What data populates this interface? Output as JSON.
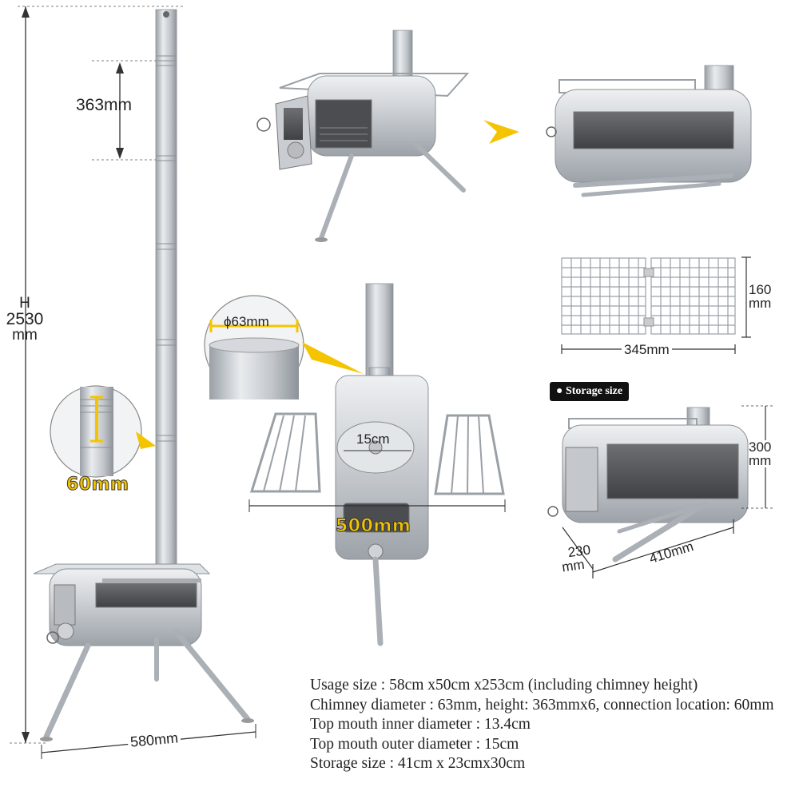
{
  "labels": {
    "chimney_section": "363mm",
    "height_h": "H",
    "height_value": "2530",
    "height_unit": "mm",
    "connection": "60mm",
    "base_width": "580mm",
    "diameter": "ϕ63mm",
    "top_mouth": "15cm",
    "width_500": "500mm",
    "grill_height_value": "160",
    "grill_height_unit": "mm",
    "grill_width": "345mm",
    "storage_badge": "Storage size",
    "storage_height_value": "300",
    "storage_height_unit": "mm",
    "storage_depth_value": "230",
    "storage_depth_unit": "mm",
    "storage_length": "410mm"
  },
  "specs": [
    "Usage size : 58cm x50cm x253cm (including chimney height)",
    "Chimney diameter : 63mm, height: 363mmx6, connection location: 60mm",
    "Top mouth inner diameter : 13.4cm",
    "Top mouth outer diameter : 15cm",
    "Storage size : 41cm x 23cmx30cm"
  ],
  "colors": {
    "accent_yellow": "#f5c400",
    "steel": "#c9ccd0",
    "steel_dark": "#8a8f96"
  }
}
